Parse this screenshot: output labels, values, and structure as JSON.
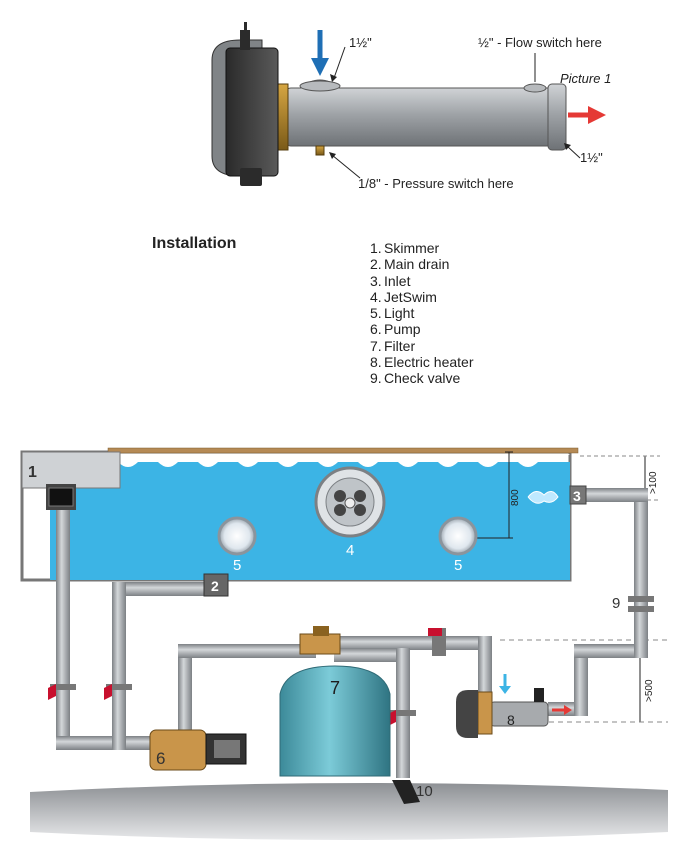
{
  "heater_view": {
    "inlet_size": "1½\"",
    "outlet_size": "1½\"",
    "flow_switch": "½\" - Flow switch here",
    "pressure_switch": "1/8\" - Pressure switch here",
    "picture_label": "Picture 1"
  },
  "installation": {
    "heading": "Installation",
    "items": [
      {
        "num": "1.",
        "label": "Skimmer"
      },
      {
        "num": "2.",
        "label": "Main drain"
      },
      {
        "num": "3.",
        "label": "Inlet"
      },
      {
        "num": "4.",
        "label": "JetSwim"
      },
      {
        "num": "5.",
        "label": "Light"
      },
      {
        "num": "6.",
        "label": "Pump"
      },
      {
        "num": "7.",
        "label": "Filter"
      },
      {
        "num": "8.",
        "label": "Electric heater"
      },
      {
        "num": "9.",
        "label": "Check valve"
      }
    ]
  },
  "diagram": {
    "markers": {
      "skimmer": "1",
      "drain": "2",
      "inlet": "3",
      "jetswim": "4",
      "light_left": "5",
      "light_right": "5",
      "pump": "6",
      "filter": "7",
      "heater": "8",
      "check_valve": "9",
      "drain_out": "10"
    },
    "dimensions": {
      "depth_800": "800",
      "above_100": ">100",
      "above_500": ">500"
    }
  },
  "colors": {
    "water": "#3cb4e5",
    "pipe": "#a7aaad",
    "valve": "#c8102e",
    "arrow_in": "#1f6fb5",
    "arrow_out": "#e53935",
    "deck": "#b58a55",
    "ground": "#9a9da1"
  }
}
